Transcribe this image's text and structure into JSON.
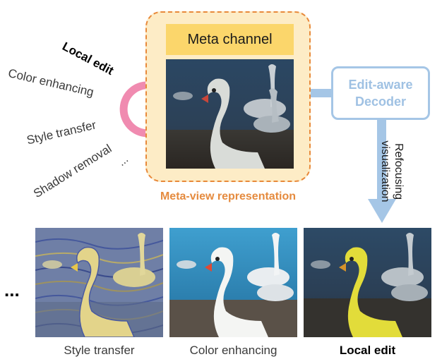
{
  "operations": {
    "local_edit": "Local edit",
    "color_enhancing": "Color enhancing",
    "style_transfer": "Style transfer",
    "shadow_removal": "Shadow removal",
    "more": "..."
  },
  "meta_view": {
    "channel_label": "Meta channel",
    "caption": "Meta-view representation"
  },
  "decoder": {
    "line1": "Edit-aware",
    "line2": "Decoder",
    "refocus_line1": "Refocusing",
    "refocus_line2": "visualization"
  },
  "outputs": {
    "more": "...",
    "style_transfer": "Style transfer",
    "color_enhancing": "Color enhancing",
    "local_edit": "Local edit"
  },
  "colors": {
    "meta_fill": "#fdecc6",
    "meta_border": "#e8893a",
    "meta_channel": "#fbd66b",
    "caption_orange": "#e58b3f",
    "decoder_blue": "#a5c6e6",
    "cycle_pink": "#f08bb0"
  }
}
